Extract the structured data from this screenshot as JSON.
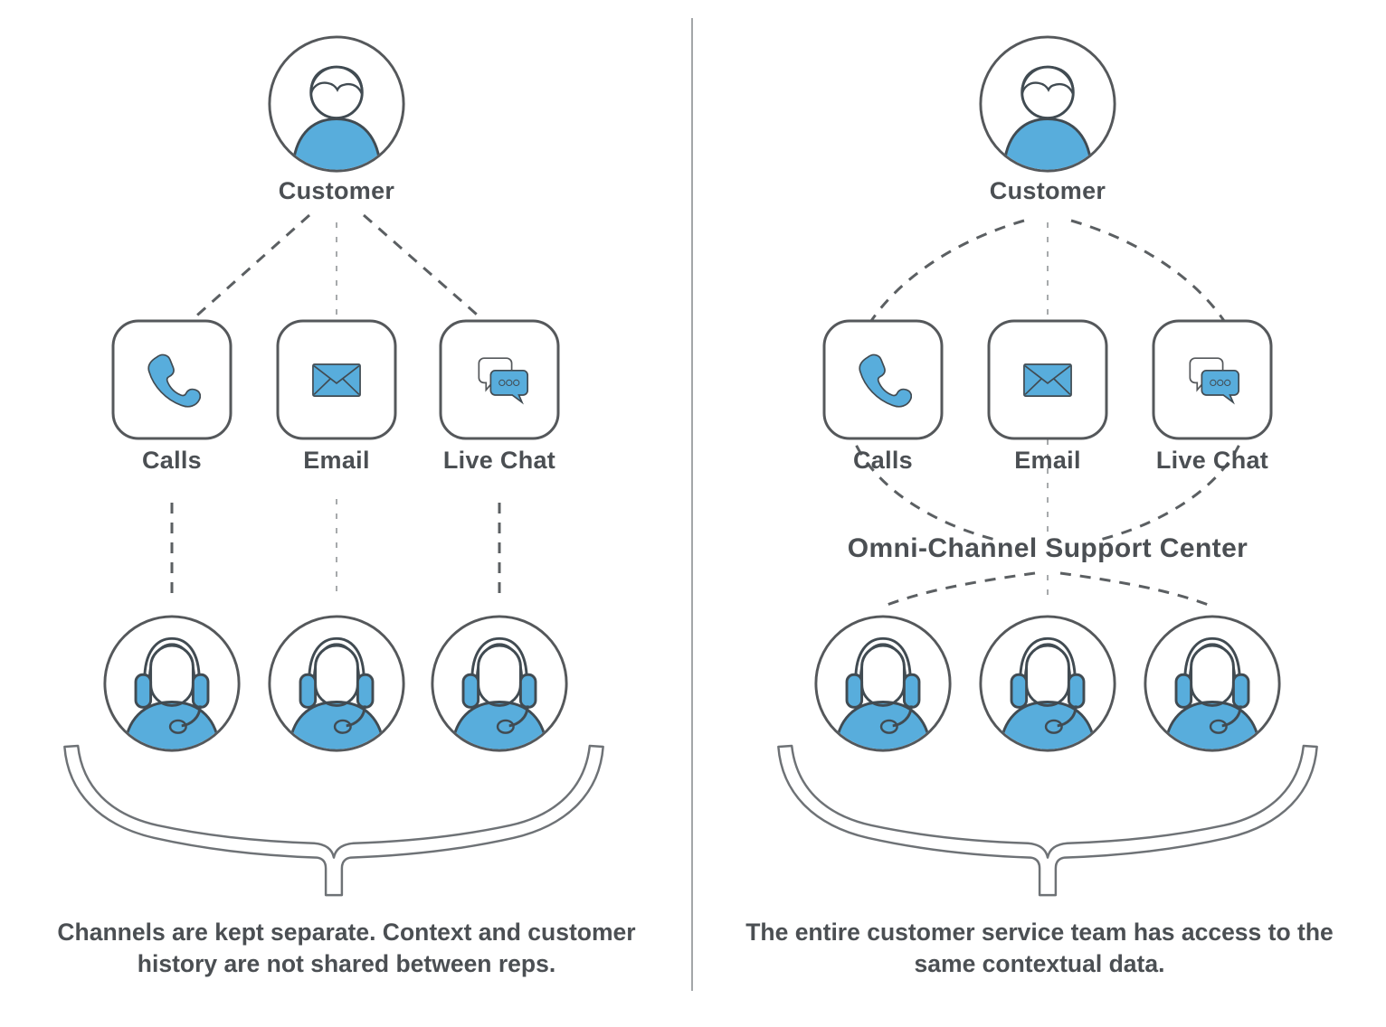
{
  "diagram": {
    "left": {
      "customer_label": "Customer",
      "channels": [
        {
          "label": "Calls",
          "icon": "phone-icon"
        },
        {
          "label": "Email",
          "icon": "envelope-icon"
        },
        {
          "label": "Live Chat",
          "icon": "chat-bubbles-icon"
        }
      ],
      "reps_count": 3,
      "caption_lines": [
        "Channels are kept separate. Context and customer",
        "history are not shared between reps."
      ]
    },
    "right": {
      "customer_label": "Customer",
      "channels": [
        {
          "label": "Calls",
          "icon": "phone-icon"
        },
        {
          "label": "Email",
          "icon": "envelope-icon"
        },
        {
          "label": "Live Chat",
          "icon": "chat-bubbles-icon"
        }
      ],
      "hub_title": "Omni-Channel Support Center",
      "reps_count": 3,
      "caption_lines": [
        "The entire customer service team has access to the",
        "same contextual data."
      ]
    }
  },
  "colors": {
    "accent_blue": "#58ADDC",
    "icon_outline": "#414B52",
    "shape_outline": "#55585B",
    "dash_dark": "#5B5F62",
    "dash_light": "#A7AAAC",
    "text": "#4B4F53",
    "divider": "#A3A6A8"
  }
}
